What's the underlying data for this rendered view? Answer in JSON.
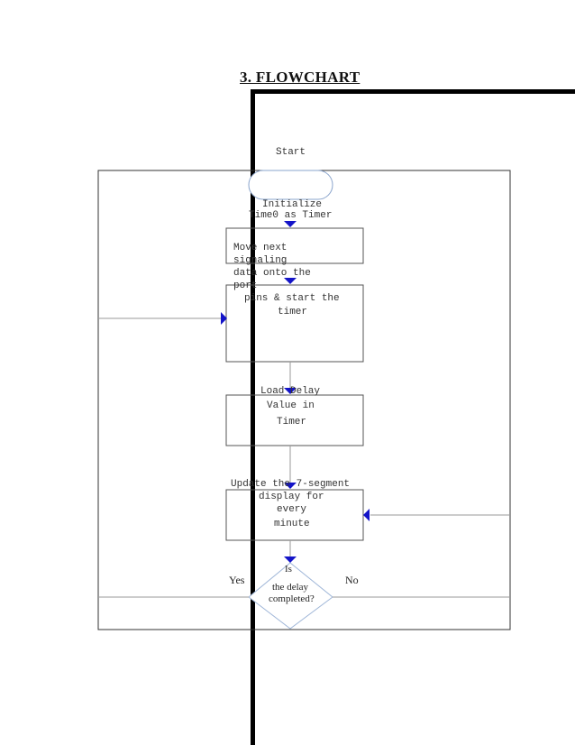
{
  "page": {
    "heading": "3. FLOWCHART"
  },
  "flowchart": {
    "start": {
      "label": "Start"
    },
    "init": {
      "line1": "Initialize",
      "line2": "Time0 as Timer"
    },
    "move": {
      "line1": "Move next",
      "line2": "signaling",
      "line3": "data onto the",
      "line4": "port"
    },
    "pins": {
      "line1": "pins & start the",
      "line2": "timer"
    },
    "load": {
      "line1": "Load Delay",
      "line2": "Value in",
      "line3": "Timer"
    },
    "update": {
      "line1": "Update the 7-segment",
      "line2": "display for",
      "line3": "every",
      "line4": "minute"
    },
    "decision": {
      "line1": "Is",
      "line2": "the delay",
      "line3": "completed?"
    },
    "yes_label": "Yes",
    "no_label": "No"
  },
  "colors": {
    "arrow": "#1414c8",
    "diamond": "#9fb6d8",
    "box": "#555555",
    "terminal": "#8aa4cc",
    "frame": "#000000"
  }
}
